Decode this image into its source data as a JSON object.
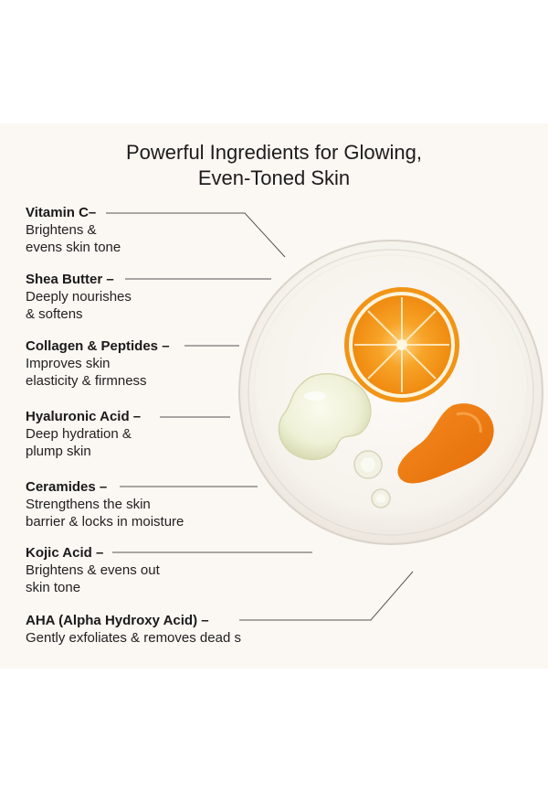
{
  "title": {
    "line1": "Powerful Ingredients for Glowing,",
    "line2": "Even-Toned Skin"
  },
  "ingredients": [
    {
      "name": "Vitamin C",
      "dash": "–",
      "desc": " Brightens &\n evens skin tone"
    },
    {
      "name": "Shea Butter",
      "dash": " –",
      "desc": "Deeply nourishes\n& softens"
    },
    {
      "name": "Collagen & Peptides",
      "dash": " –",
      "desc": "Improves skin\nelasticity & firmness"
    },
    {
      "name": "Hyaluronic Acid",
      "dash": "  –",
      "desc": "Deep hydration &\nplump skin"
    },
    {
      "name": "Ceramides",
      "dash": " –",
      "desc": "Strengthens the skin\nbarrier & locks in moisture"
    },
    {
      "name": "Kojic Acid",
      "dash": " –",
      "desc": "Brightens & evens out\nskin tone"
    },
    {
      "name": " AHA (Alpha Hydroxy Acid)",
      "dash": " –",
      "desc": "Gently exfoliates & removes dead s"
    }
  ],
  "colors": {
    "panel_bg": "#fbf7f2",
    "orange": "#f39a1e",
    "orange_dark": "#e8770c",
    "gel": "#eef0d8",
    "line": "#555555"
  }
}
